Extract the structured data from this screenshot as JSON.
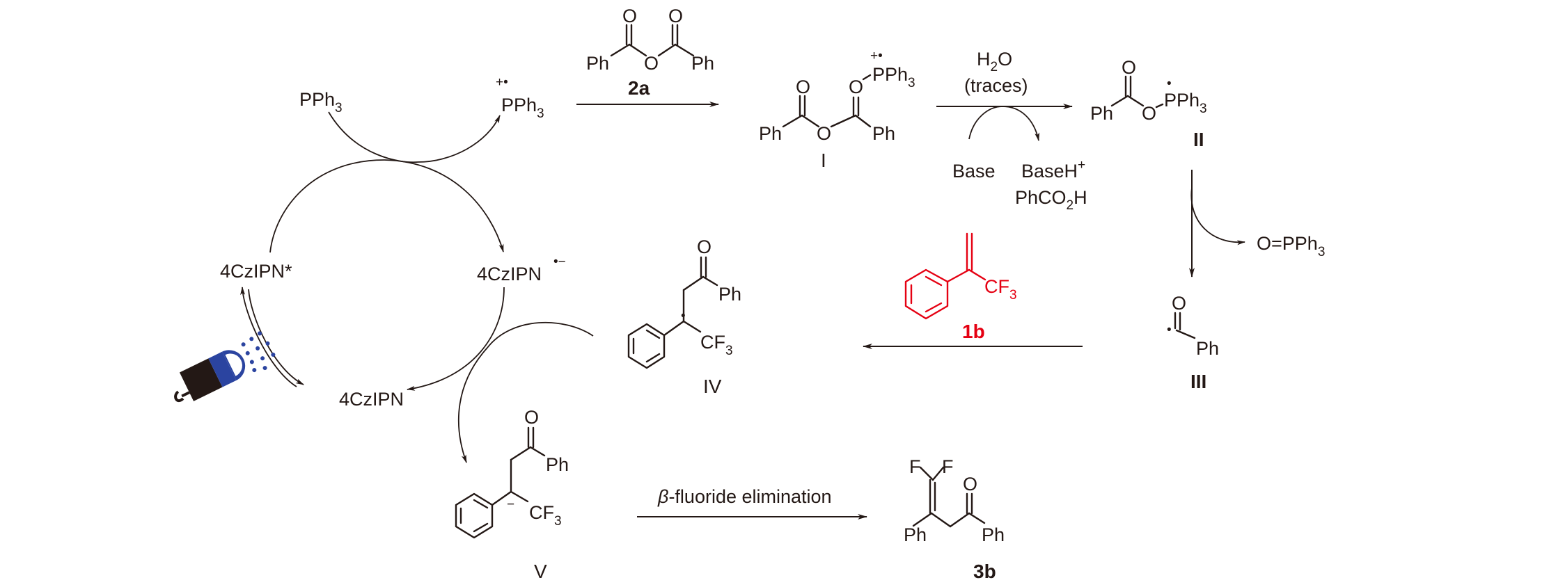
{
  "scheme": {
    "colors": {
      "ink": "#231815",
      "highlight": "#e50012",
      "light": "#2b44a0"
    },
    "cycle": {
      "pph3": "PPh",
      "pph3_sub": "3",
      "pph3_radical_cation": "PPh",
      "pph3_radical_cation_sub": "3",
      "radical_cation_mark": "+•",
      "photocat_excited": "4CzIPN*",
      "photocat_reduced": "4CzIPN",
      "photocat_reduced_charge": "•−",
      "photocat_ground": "4CzIPN",
      "light_icon": "lamp-icon"
    },
    "reagent_2a": {
      "label": "2a",
      "ph_left": "Ph",
      "ph_right": "Ph",
      "o_bridge": "O",
      "o1": "O",
      "o2": "O"
    },
    "intermediate_I": {
      "label": "I",
      "ph_left": "Ph",
      "ph_right": "Ph",
      "o_bridge": "O",
      "o1": "O",
      "o2": "O",
      "pph3": "PPh",
      "pph3_sub": "3",
      "charge": "+•"
    },
    "step_hydrolysis": {
      "reagent_line1_a": "H",
      "reagent_line1_sub": "2",
      "reagent_line1_b": "O",
      "reagent_line2": "(traces)",
      "base": "Base",
      "baseh": "BaseH",
      "baseh_sup": "+",
      "byproduct_a": "PhCO",
      "byproduct_sub": "2",
      "byproduct_b": "H"
    },
    "intermediate_II": {
      "label": "II",
      "ph": "Ph",
      "o_carbonyl": "O",
      "o_bridge": "O",
      "pph3": "PPh",
      "pph3_sub": "3",
      "radical": "•"
    },
    "step_fragmentation": {
      "byproduct": "O=PPh",
      "byproduct_sub": "3"
    },
    "intermediate_III": {
      "label": "III",
      "o": "O",
      "ph": "Ph",
      "radical": "•"
    },
    "substrate_1b": {
      "label": "1b",
      "cf3": "CF",
      "cf3_sub": "3"
    },
    "intermediate_IV": {
      "label": "IV",
      "o": "O",
      "ph": "Ph",
      "cf3": "CF",
      "cf3_sub": "3",
      "radical": "•"
    },
    "intermediate_V": {
      "label": "V",
      "o": "O",
      "ph": "Ph",
      "cf3": "CF",
      "cf3_sub": "3",
      "charge": "−"
    },
    "step_elimination": {
      "beta": "β",
      "text": "-fluoride elimination"
    },
    "product_3b": {
      "label": "3b",
      "f1": "F",
      "f2": "F",
      "o": "O",
      "ph_left": "Ph",
      "ph_right": "Ph"
    }
  }
}
